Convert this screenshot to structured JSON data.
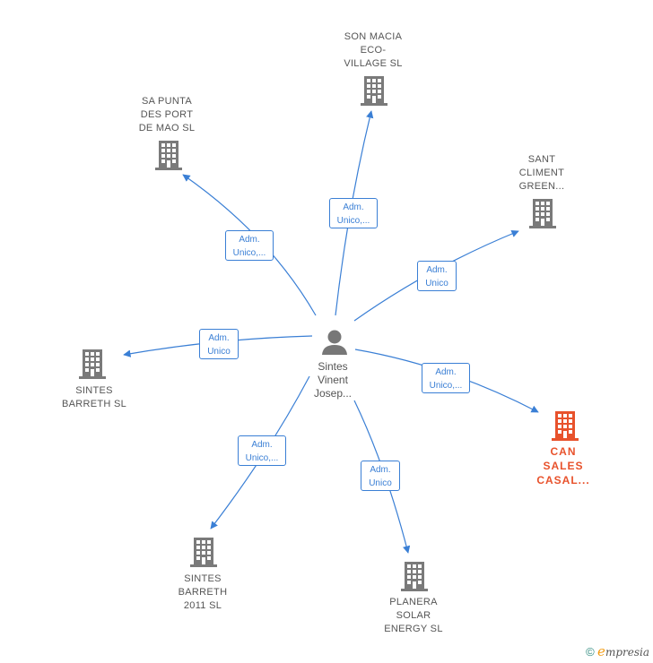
{
  "center": {
    "lines": [
      "Sintes",
      "Vinent",
      "Josep..."
    ],
    "icon": "person-icon"
  },
  "companies": [
    {
      "id": "son-macia",
      "lines": [
        "SON MACIA",
        "ECO-",
        "VILLAGE  SL"
      ],
      "icon": "building-icon",
      "highlight": false,
      "edge": [
        "Adm.",
        "Unico,..."
      ]
    },
    {
      "id": "sa-punta",
      "lines": [
        "SA PUNTA",
        "DES PORT",
        "DE MAO  SL"
      ],
      "icon": "building-icon",
      "highlight": false,
      "edge": [
        "Adm.",
        "Unico,..."
      ]
    },
    {
      "id": "sant-climent",
      "lines": [
        "SANT",
        "CLIMENT",
        "GREEN..."
      ],
      "icon": "building-icon",
      "highlight": false,
      "edge": [
        "Adm.",
        "Unico"
      ]
    },
    {
      "id": "sintes-barreth",
      "lines": [
        "SINTES",
        "BARRETH  SL"
      ],
      "icon": "building-icon",
      "highlight": false,
      "edge": [
        "Adm.",
        "Unico"
      ]
    },
    {
      "id": "can-sales",
      "lines": [
        "CAN",
        "SALES",
        "CASAL..."
      ],
      "icon": "building-icon",
      "highlight": true,
      "edge": [
        "Adm.",
        "Unico,..."
      ]
    },
    {
      "id": "sintes-barreth-2011",
      "lines": [
        "SINTES",
        "BARRETH",
        "2011  SL"
      ],
      "icon": "building-icon",
      "highlight": false,
      "edge": [
        "Adm.",
        "Unico,..."
      ]
    },
    {
      "id": "planera-solar",
      "lines": [
        "PLANERA",
        "SOLAR",
        "ENERGY  SL"
      ],
      "icon": "building-icon",
      "highlight": false,
      "edge": [
        "Adm.",
        "Unico"
      ]
    }
  ],
  "footer": {
    "copyright": "©",
    "brand_initial": "e",
    "brand_rest": "mpresia"
  },
  "colors": {
    "edge": "#3a7fd5",
    "node": "#7a7a7a",
    "highlight": "#e8522c"
  }
}
